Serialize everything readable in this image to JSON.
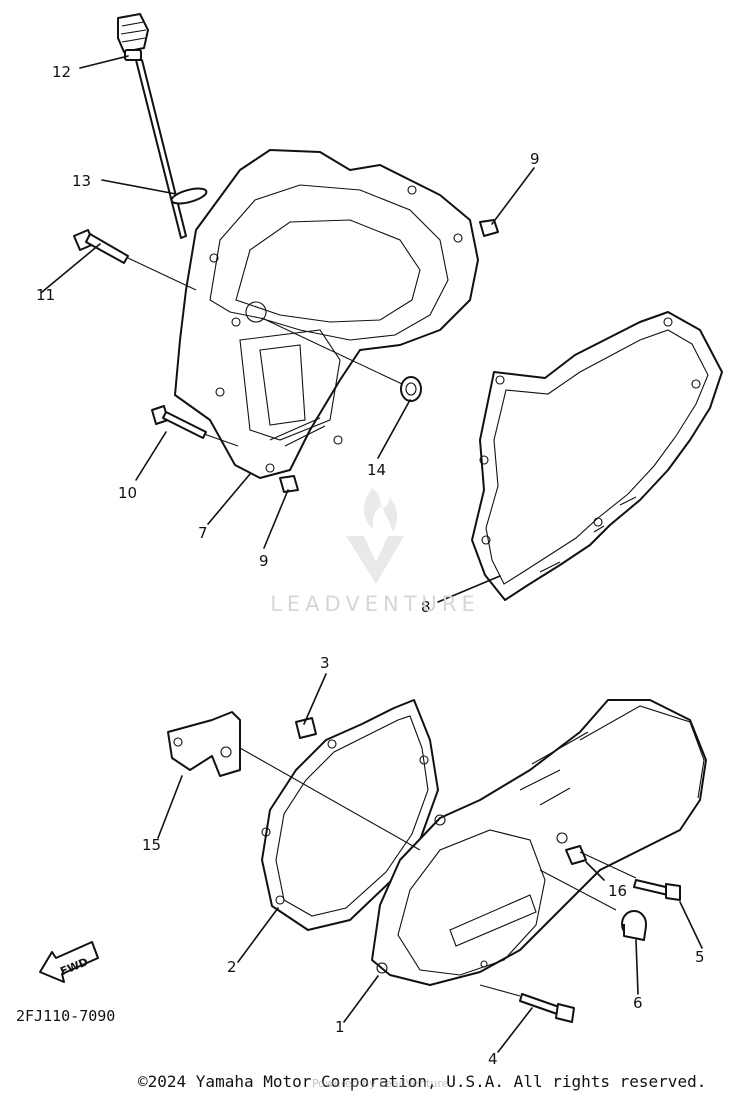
{
  "callouts": {
    "c1": "1",
    "c2": "2",
    "c3": "3",
    "c4": "4",
    "c5": "5",
    "c6": "6",
    "c7": "7",
    "c8": "8",
    "c9a": "9",
    "c9b": "9",
    "c10": "10",
    "c11": "11",
    "c12": "12",
    "c13": "13",
    "c14": "14",
    "c15": "15",
    "c16": "16"
  },
  "fwd_arrow": {
    "text": "FWD"
  },
  "diagram_code": "2FJ110-7090",
  "watermark": {
    "brand": "LEADVENTURE"
  },
  "footer": {
    "copyright": "©2024 Yamaha Motor Corporation, U.S.A. All rights reserved.",
    "credit": "Powered by LeadVenture"
  },
  "colors": {
    "ink": "#111111",
    "watermark": "#d6d6d6",
    "background": "#ffffff"
  }
}
